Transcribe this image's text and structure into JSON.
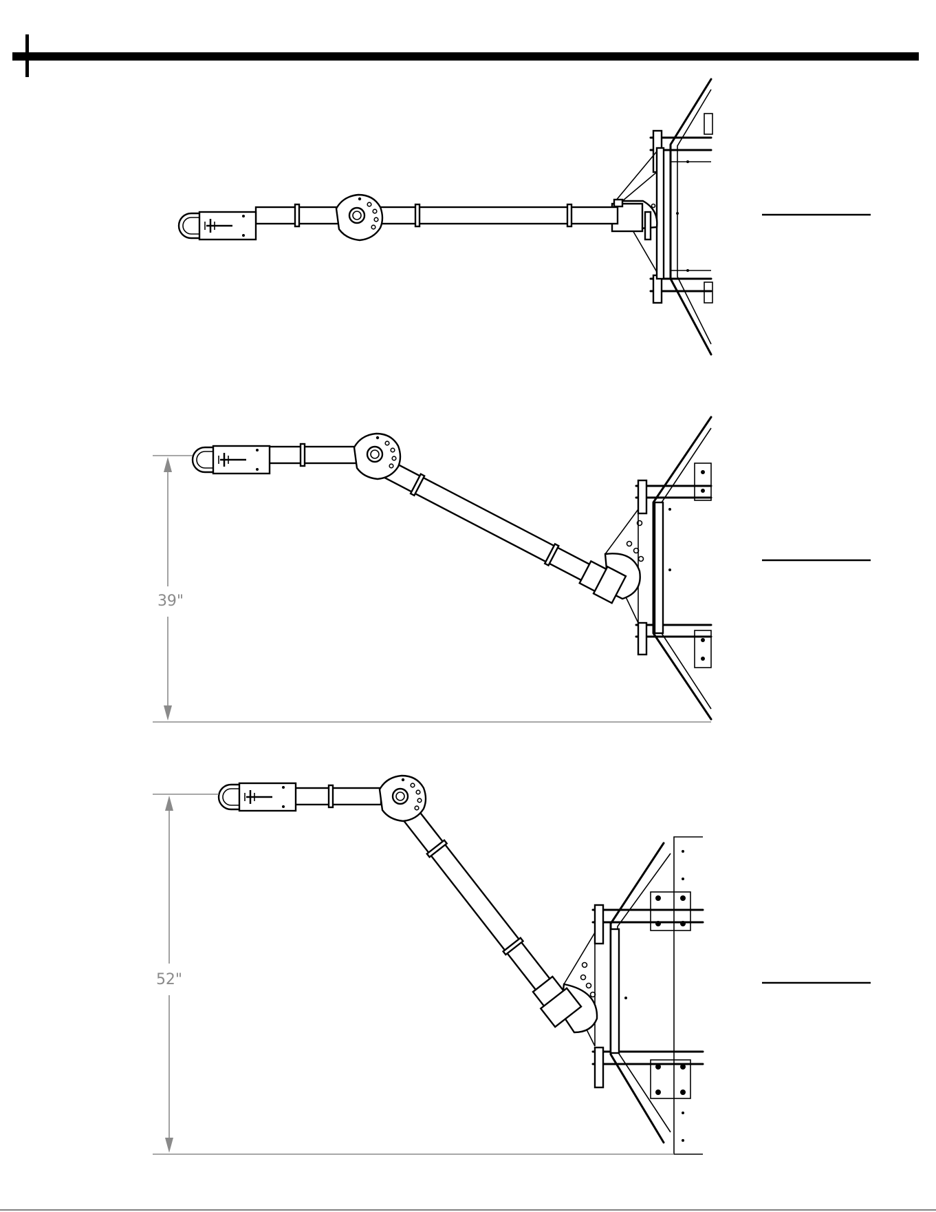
{
  "views": [
    {
      "id": "straight",
      "dimension": null
    },
    {
      "id": "angled",
      "dimension": {
        "label": "39\""
      }
    },
    {
      "id": "steep",
      "dimension": {
        "label": "52\""
      }
    }
  ]
}
